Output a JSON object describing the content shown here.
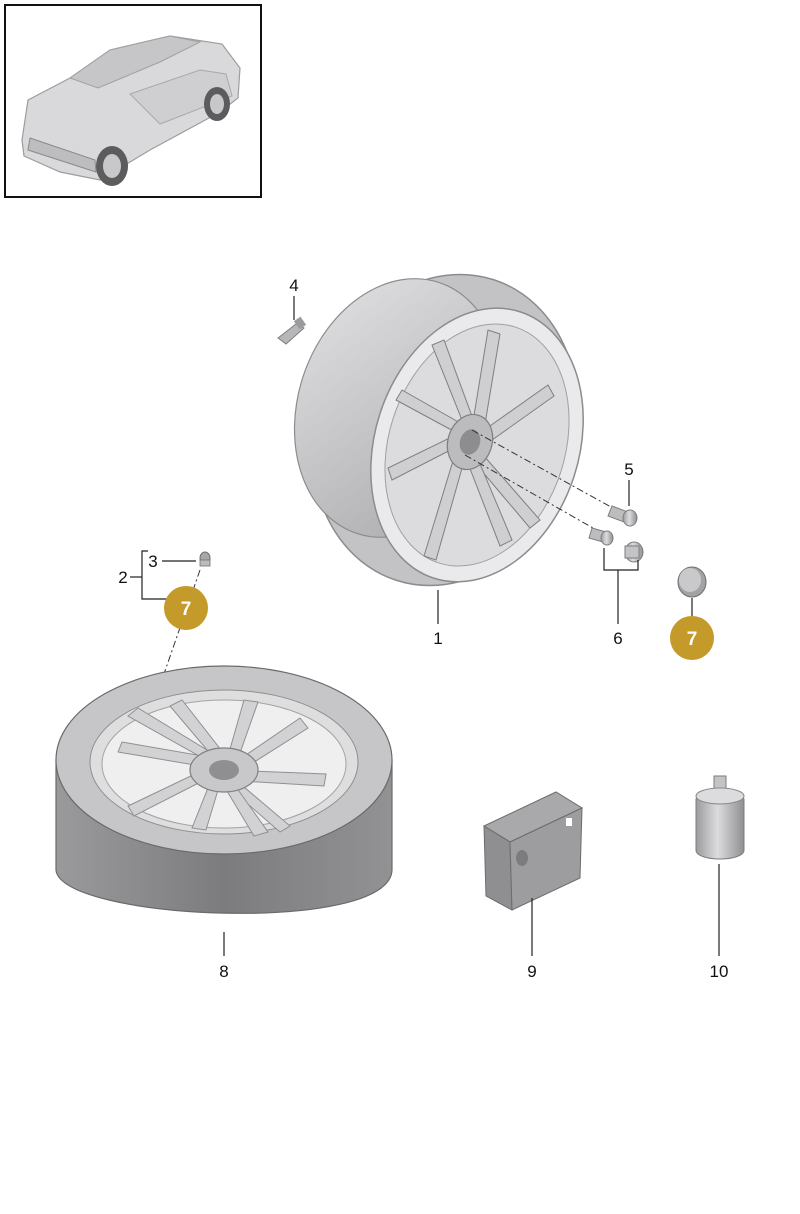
{
  "diagram": {
    "part_numbers": {
      "wheel_rim": "1",
      "tire_valve_assembly": "2",
      "valve_cap": "3",
      "valve_insert": "4",
      "wheel_bolt": "5",
      "locking_bolt_set": "6",
      "spare_wheel": "8",
      "compressor": "9",
      "sealant_bottle": "10"
    },
    "badges": {
      "valve_badge": "7",
      "center_cap_badge": "7"
    },
    "colors": {
      "badge_fill": "#C49A2A",
      "part_gray": "#C9C9CB",
      "tire_dark": "#8E8E90"
    },
    "icons": {
      "vehicle_thumbnail": "suv-thumbnail-icon"
    }
  }
}
